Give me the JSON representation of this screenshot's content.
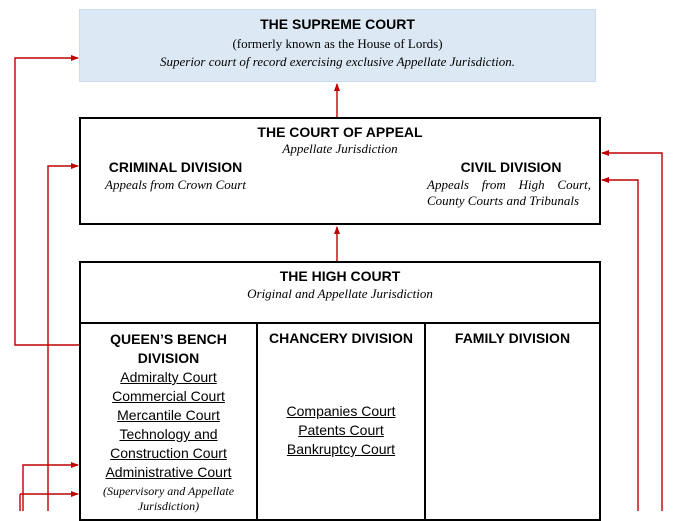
{
  "supreme": {
    "title": "THE SUPREME COURT",
    "subtitle": "(formerly known as the House of Lords)",
    "description": "Superior court of record exercising exclusive Appellate Jurisdiction."
  },
  "appeal": {
    "title": "THE COURT OF APPEAL",
    "subtitle": "Appellate Jurisdiction",
    "criminal": {
      "title": "CRIMINAL DIVISION",
      "desc": "Appeals from Crown Court"
    },
    "civil": {
      "title": "CIVIL DIVISION",
      "desc_line1": "Appeals from High Court,",
      "desc_line2": "County Courts and Tribunals"
    }
  },
  "high": {
    "title": "THE HIGH COURT",
    "subtitle": "Original and Appellate Jurisdiction",
    "qb": {
      "title_line1": "QUEEN’S BENCH",
      "title_line2": "DIVISION",
      "courts": [
        "Admiralty Court",
        "Commercial Court",
        "Mercantile Court",
        "Technology and",
        "Construction Court",
        "Administrative Court"
      ],
      "note_line1": "(Supervisory and Appellate",
      "note_line2": "Jurisdiction)"
    },
    "chancery": {
      "title": "CHANCERY DIVISION",
      "courts": [
        "Companies Court",
        "Patents Court",
        "Bankruptcy Court"
      ]
    },
    "family": {
      "title": "FAMILY DIVISION"
    }
  },
  "colors": {
    "connector": "#c00000",
    "supreme_bg": "#dce9f5"
  }
}
